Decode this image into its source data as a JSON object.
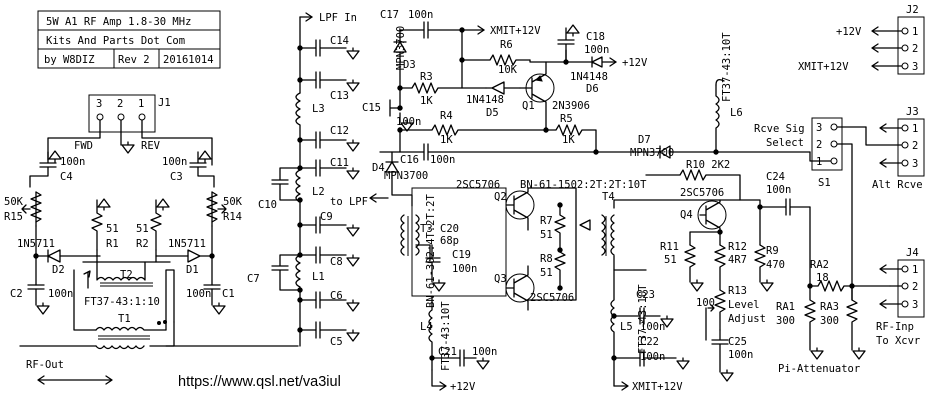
{
  "title_block": {
    "line1": "5W A1 RF Amp 1.8-30 MHz",
    "line2": "Kits And Parts Dot Com",
    "line3_author": "by W8DIZ",
    "line3_rev": "Rev 2",
    "line3_date": "20161014"
  },
  "website": "https://www.qsl.net/va3iul",
  "connectors": {
    "j1": {
      "ref": "J1",
      "pins": [
        "3",
        "2",
        "1"
      ],
      "fwd": "FWD",
      "rev": "REV"
    },
    "j2": {
      "ref": "J2",
      "pins": [
        "1",
        "2",
        "3"
      ],
      "net1": "+12V",
      "net3": "XMIT+12V"
    },
    "j3": {
      "ref": "J3",
      "pins": [
        "1",
        "2",
        "3"
      ],
      "caption": "Alt Rcve"
    },
    "j4": {
      "ref": "J4",
      "pins": [
        "1",
        "2",
        "3"
      ],
      "caption1": "RF-Inp",
      "caption2": "To Xcvr"
    },
    "s1": {
      "ref": "S1",
      "pins": [
        "3",
        "2",
        "1"
      ],
      "caption1": "Rcve Sig",
      "caption2": "Select"
    }
  },
  "nets": {
    "lpf_in": "LPF In",
    "to_lpf": "to LPF",
    "rf_out": "RF-Out",
    "xmit12_top": "XMIT+12V",
    "plus12_d6": "+12V",
    "plus12_l4": "+12V",
    "xmit12_bottom": "XMIT+12V",
    "pi_att": "Pi-Attenuator"
  },
  "components": {
    "C1": [
      "C1",
      "100n"
    ],
    "C2": [
      "C2",
      "100n"
    ],
    "C3": [
      "C3",
      "100n"
    ],
    "C4": [
      "C4",
      "100n"
    ],
    "C5": "C5",
    "C6": "C6",
    "C7": "C7",
    "C8": "C8",
    "C9": "C9",
    "C10": "C10",
    "C11": "C11",
    "C12": "C12",
    "C13": "C13",
    "C14": "C14",
    "C15": "C15",
    "C16": [
      "C16",
      "100n"
    ],
    "C17": [
      "C17",
      "100n"
    ],
    "C18": [
      "C18",
      "100n"
    ],
    "C19": [
      "C19",
      "100n"
    ],
    "C20": [
      "C20",
      "68p"
    ],
    "C21": [
      "C21",
      "100n"
    ],
    "C22": [
      "C22",
      "100n"
    ],
    "C23": [
      "C23",
      "100n"
    ],
    "C24": [
      "C24",
      "100n"
    ],
    "C25": [
      "C25",
      "100n"
    ],
    "C15_val": "100n",
    "D1": [
      "D1",
      "1N5711"
    ],
    "D2": [
      "D2",
      "1N5711"
    ],
    "D3": [
      "D3",
      "MPN3700"
    ],
    "D4": [
      "D4",
      "MPN3700"
    ],
    "D5": [
      "D5",
      "1N4148"
    ],
    "D6": [
      "D6",
      "1N4148"
    ],
    "D7": [
      "D7",
      "MPN3700"
    ],
    "L1": "L1",
    "L2": "L2",
    "L3": "L3",
    "L4": [
      "L4",
      "FT37-43:10T"
    ],
    "L5": [
      "L5",
      "FT37-43:10T"
    ],
    "L6": [
      "L6",
      "FT37-43:10T"
    ],
    "Q1": [
      "Q1",
      "2N3906"
    ],
    "Q2": [
      "Q2",
      "2SC5706"
    ],
    "Q3": [
      "Q3",
      "2SC5706"
    ],
    "Q4": [
      "Q4",
      "2SC5706"
    ],
    "R1": [
      "R1",
      "51"
    ],
    "R2": [
      "R2",
      "51"
    ],
    "R3": [
      "R3",
      "1K"
    ],
    "R4": [
      "R4",
      "1K"
    ],
    "R5": [
      "R5",
      "1K"
    ],
    "R6": [
      "R6",
      "10K"
    ],
    "R7": [
      "R7",
      "51"
    ],
    "R8": [
      "R8",
      "51"
    ],
    "R9": [
      "R9",
      "470"
    ],
    "R10": "R10 2K2",
    "R11": [
      "R11",
      "51"
    ],
    "R12": [
      "R12",
      "4R7"
    ],
    "R13": [
      "R13",
      "100"
    ],
    "R13_desc1": "Level",
    "R13_desc2": "Adjust",
    "R14": [
      "R14",
      "50K"
    ],
    "R15": [
      "R15",
      "50K"
    ],
    "RA1": [
      "RA1",
      "300"
    ],
    "RA2": [
      "RA2",
      "18"
    ],
    "RA3": [
      "RA3",
      "300"
    ],
    "T1": "T1",
    "T2": "T2",
    "T2_spec": "FT37-43:1:10",
    "T3": "T3",
    "T3_spec": "BN-61-302:4T:2T:2T",
    "T4": "T4",
    "T4_spec": "BN-61-1502:2T:2T:10T"
  }
}
